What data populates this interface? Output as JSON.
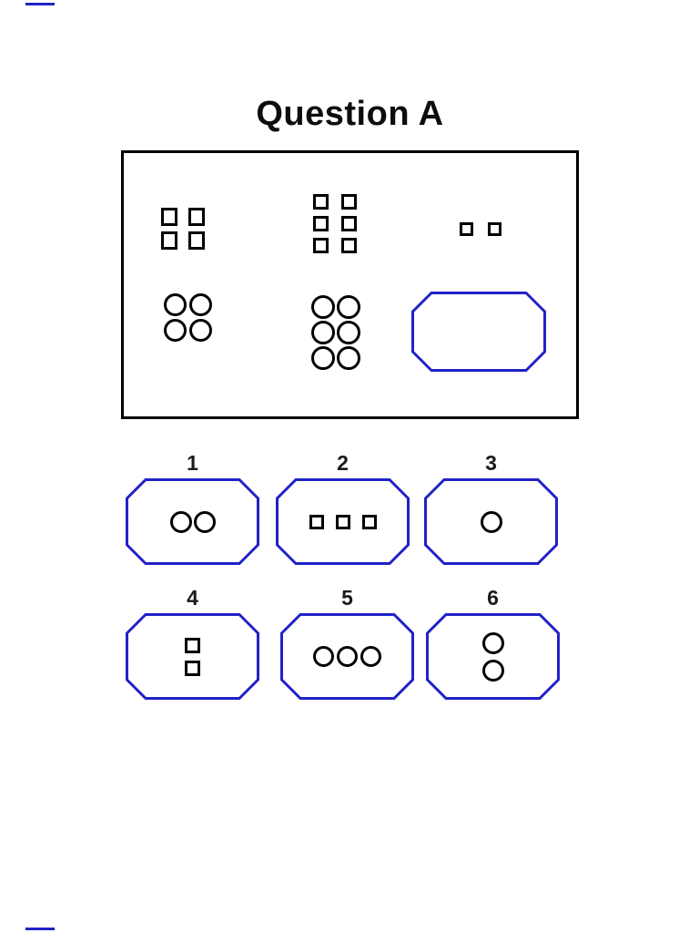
{
  "title": "Question A",
  "colors": {
    "background": "#ffffff",
    "shape_stroke": "#000000",
    "octagon_stroke": "#2222c8",
    "box_border": "#000000",
    "title_color": "#0d0d0d",
    "number_color": "#1a1a1a"
  },
  "puzzle_box": {
    "cells": [
      {
        "id": "squares-2x2",
        "shape": "square",
        "rows": 2,
        "cols": 2,
        "count": 4,
        "position": "top-left"
      },
      {
        "id": "squares-2x3",
        "shape": "square",
        "rows": 3,
        "cols": 2,
        "count": 6,
        "position": "top-middle"
      },
      {
        "id": "squares-1x2",
        "shape": "square",
        "rows": 1,
        "cols": 2,
        "count": 2,
        "position": "top-right"
      },
      {
        "id": "circles-2x2",
        "shape": "circle",
        "rows": 2,
        "cols": 2,
        "count": 4,
        "position": "bottom-left"
      },
      {
        "id": "circles-2x3",
        "shape": "circle",
        "rows": 3,
        "cols": 2,
        "count": 6,
        "position": "bottom-middle"
      },
      {
        "id": "answer-slot",
        "shape": "octagon-empty",
        "count": 0,
        "position": "bottom-right"
      }
    ]
  },
  "options": [
    {
      "number": "1",
      "shape": "circle",
      "rows": 1,
      "cols": 2,
      "count": 2
    },
    {
      "number": "2",
      "shape": "square",
      "rows": 1,
      "cols": 3,
      "count": 3
    },
    {
      "number": "3",
      "shape": "circle",
      "rows": 1,
      "cols": 1,
      "count": 1
    },
    {
      "number": "4",
      "shape": "square",
      "rows": 2,
      "cols": 1,
      "count": 2
    },
    {
      "number": "5",
      "shape": "circle",
      "rows": 1,
      "cols": 3,
      "count": 3
    },
    {
      "number": "6",
      "shape": "circle",
      "rows": 2,
      "cols": 1,
      "count": 2
    }
  ]
}
